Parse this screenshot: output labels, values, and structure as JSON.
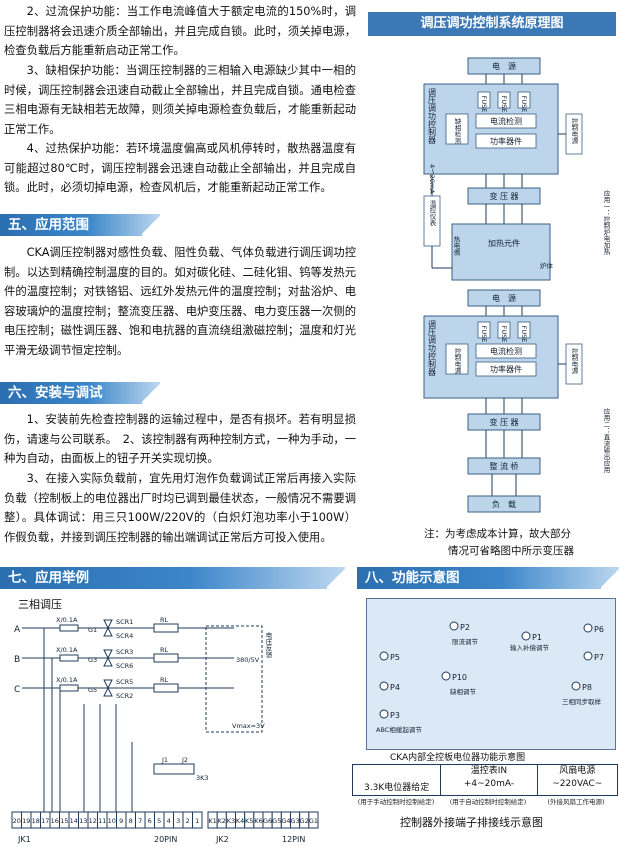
{
  "paragraphs": {
    "p2": "2、过流保护功能：当工作电流峰值大于额定电流的150%时，调压控制器将会迅速介质全部输出，并且完成自锁。此时，须关掉电源，检查负载后方能重新启动正常工作。",
    "p3": "3、缺相保护功能：当调压控制器的三相输入电源缺少其中一相的时候，调压控制器会迅速自动截止全部输出，并且完成自锁。通电检查三相电源有无缺相若无故障，则须关掉电源检查负载后，才能重新起动正常工作。",
    "p4": "4、过热保护功能：若环境温度偏高或风机停转时，散热器温度有可能超过80℃时，调压控制器会迅速自动截止全部输出，并且完成自锁。此时，必须切掉电源，检查风机后，才能重新起动正常工作。",
    "scope": "CKA调压控制器对感性负载、阻性负载、气体负载进行调压调功控制。以达到精确控制温度的目的。如对碳化硅、二硅化钼、钨等发热元件的温度控制；对铁铬铝、远红外发热元件的温度控制；对盐浴炉、电容玻璃炉的温度控制；整流变压器、电炉变压器、电力变压器一次侧的电压控制；磁性调压器、饱和电抗器的直流绕组激磁控制；温度和灯光平滑无级调节恒定控制。",
    "install1": "1、安装前先检查控制器的运输过程中，是否有损坏。若有明显损伤，请速与公司联系。　2、该控制器有两种控制方式，一种为手动，一种为自动，由面板上的钮子开关实现切换。",
    "install3": "3、在接入实际负载前，宜先用灯泡作负载调试正常后再接入实际负载（控制板上的电位器出厂时均已调到最佳状态，一般情况不需要调整）。具体调试：用三只100W/220V的（白炽灯泡功率小于100W）作假负载，并接到调压控制器的输出端调试正常后方可投入使用。"
  },
  "sections": {
    "s5": "五、应用范围",
    "s6": "六、安装与调试",
    "s7": "七、应用举例",
    "s8": "八、功能示意图",
    "diagram_title": "调压调功控制系统原理图"
  },
  "schematic": {
    "power": "电　源",
    "controller": "调压调功控制器",
    "fuse": "FUSE",
    "current_detect": "电流检测",
    "power_device": "功率器件",
    "phase_detect": "缺相检测",
    "control_power": "控制电源",
    "transformer": "变 压 器",
    "heater": "加热元件",
    "thermocouple": "热电偶",
    "temp_meter": "温控仪表",
    "furnace": "炉体",
    "signal": "4～20mA",
    "app1": "应用一：控制炉电加热",
    "rectifier": "整 流 桥",
    "load": "负　载",
    "app2": "应用二：直流输出应用",
    "note_line1": "注：为考虑成本计算，故大部分",
    "note_line2": "情况可省略图中所示变压器"
  },
  "example": {
    "title": "三相调压",
    "phases": [
      "A",
      "B",
      "C"
    ],
    "fuse": "X/0.1A",
    "scr": [
      "SCR1",
      "SCR2",
      "SCR3",
      "SCR4",
      "SCR5",
      "SCR6"
    ],
    "g": [
      "G1",
      "G3",
      "G5"
    ],
    "rl": "RL",
    "feedback": "电压反馈",
    "voltage": "380/5V",
    "vmax": "Vmax=3V",
    "j1": "J1",
    "j2": "J2",
    "r3k3": "3K3",
    "jk1": "JK1",
    "pin20": "20PIN",
    "jk2": "JK2",
    "pin12": "12PIN",
    "jk1_labels": [
      "20",
      "19",
      "18",
      "17",
      "16",
      "15",
      "14",
      "13",
      "12",
      "11",
      "10",
      "9",
      "8",
      "7",
      "6",
      "5",
      "4",
      "3",
      "2",
      "1"
    ],
    "jk2_labels": [
      "K1",
      "K2",
      "K3",
      "K4",
      "K5",
      "K6",
      "G6",
      "G5",
      "G4",
      "G3",
      "G2",
      "G1"
    ]
  },
  "panel": {
    "p1": "P1",
    "p1_label": "输入补偿调节",
    "p2": "P2",
    "p2_label": "限流调节",
    "p3": "P3",
    "p3_label": "ABC相缓起调节",
    "p4": "P4",
    "p5": "P5",
    "p6": "P6",
    "p7": "P7",
    "p8": "P8",
    "p8_label": "三相同步取样",
    "p10": "P10",
    "p10_label": "缺相调节",
    "caption": "CKA内部全控板电位器功能示意图",
    "term1": "3.3K电位器给定",
    "term2a": "温控表IN",
    "term2b": "+4~20mA-",
    "term3a": "风扇电源",
    "term3b": "~220VAC~",
    "sub1": "(用于手动控制时控制给定)",
    "sub2": "(用于自动控制时控制给定)",
    "sub3": "(外接风扇工作电源)",
    "bottom_caption": "控制器外接端子排接线示意图"
  }
}
